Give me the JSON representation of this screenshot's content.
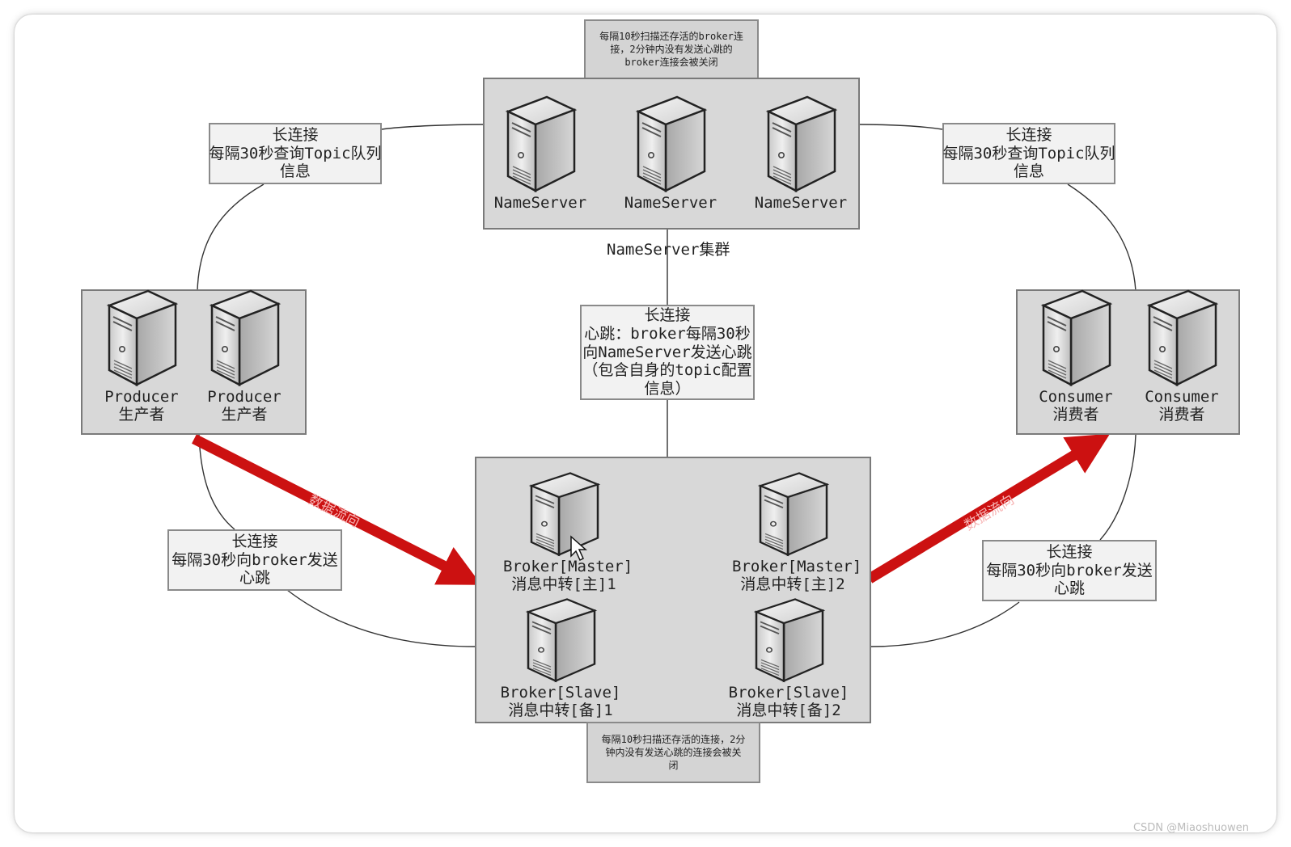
{
  "top_note": [
    "每隔10秒扫描还存活的broker连",
    "接，2分钟内没有发送心跳的",
    "broker连接会被关闭"
  ],
  "bottom_note": [
    "每隔10秒扫描还存活的连接，2分",
    "钟内没有发送心跳的连接会被关",
    "闭"
  ],
  "nameserver_cluster": {
    "caption": "NameServer集群",
    "servers": [
      {
        "label": "NameServer"
      },
      {
        "label": "NameServer"
      },
      {
        "label": "NameServer"
      }
    ]
  },
  "producer_note": [
    "长连接",
    "每隔30秒查询Topic队列",
    "信息"
  ],
  "consumer_note": [
    "长连接",
    "每隔30秒查询Topic队列",
    "信息"
  ],
  "producers": [
    {
      "line1": "Producer",
      "line2": "生产者"
    },
    {
      "line1": "Producer",
      "line2": "生产者"
    }
  ],
  "consumers": [
    {
      "line1": "Consumer",
      "line2": "消费者"
    },
    {
      "line1": "Consumer",
      "line2": "消费者"
    }
  ],
  "center_note": [
    "长连接",
    "心跳：broker每隔30秒",
    "向NameServer发送心跳",
    "（包含自身的topic配置",
    "信息）"
  ],
  "producer_heartbeat_note": [
    "长连接",
    "每隔30秒向broker发送",
    "心跳"
  ],
  "consumer_heartbeat_note": [
    "长连接",
    "每隔30秒向broker发送",
    "心跳"
  ],
  "brokers": [
    {
      "line1": "Broker[Master]",
      "line2": "消息中转[主]1"
    },
    {
      "line1": "Broker[Master]",
      "line2": "消息中转[主]2"
    },
    {
      "line1": "Broker[Slave]",
      "line2": "消息中转[备]1"
    },
    {
      "line1": "Broker[Slave]",
      "line2": "消息中转[备]2"
    }
  ],
  "arrow_labels": {
    "left": "数据流向",
    "right": "数据流向"
  },
  "watermark": "CSDN @Miaoshuowen",
  "colors": {
    "arrow": "#cc1111",
    "cluster_fill": "#d8d8d8",
    "note_fill": "#f2f2f2"
  },
  "icons": {
    "server": "server-tower-icon",
    "cursor": "mouse-pointer-icon"
  }
}
